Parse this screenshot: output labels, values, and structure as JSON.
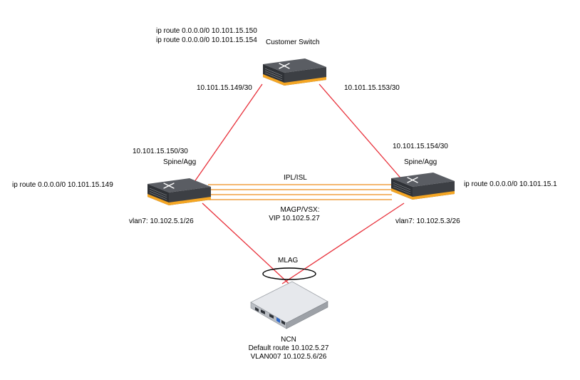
{
  "customer_switch": {
    "label": "Customer Switch",
    "routes": [
      "ip route 0.0.0.0/0 10.101.15.150",
      "ip route 0.0.0.0/0 10.101.15.154"
    ],
    "icon": "network-switch-icon"
  },
  "left_link_ip": "10.101.15.149/30",
  "right_link_ip": "10.101.15.153/30",
  "spine_left": {
    "ip": "10.101.15.150/30",
    "label": "Spine/Agg",
    "route": "ip route 0.0.0.0/0 10.101.15.149",
    "vlan": "vlan7: 10.102.5.1/26",
    "icon": "network-switch-icon"
  },
  "spine_right": {
    "ip": "10.101.15.154/30",
    "label": "Spine/Agg",
    "route": "ip route 0.0.0.0/0 10.101.15.1",
    "vlan": "vlan7: 10.102.5.3/26",
    "icon": "network-switch-icon"
  },
  "ipl_label": "IPL/ISL",
  "magp": {
    "line1": "MAGP/VSX:",
    "line2": "VIP 10.102.5.27"
  },
  "mlag_label": "MLAG",
  "ncn": {
    "label": "NCN",
    "default_route": "Default route 10.102.5.27",
    "vlan": "VLAN007 10.102.5.6/26",
    "icon": "server-icon"
  },
  "colors": {
    "uplink": "#e8303a",
    "isl": "#f0a040",
    "switch_body": "#3c3f44",
    "switch_stripe": "#f5a623"
  }
}
